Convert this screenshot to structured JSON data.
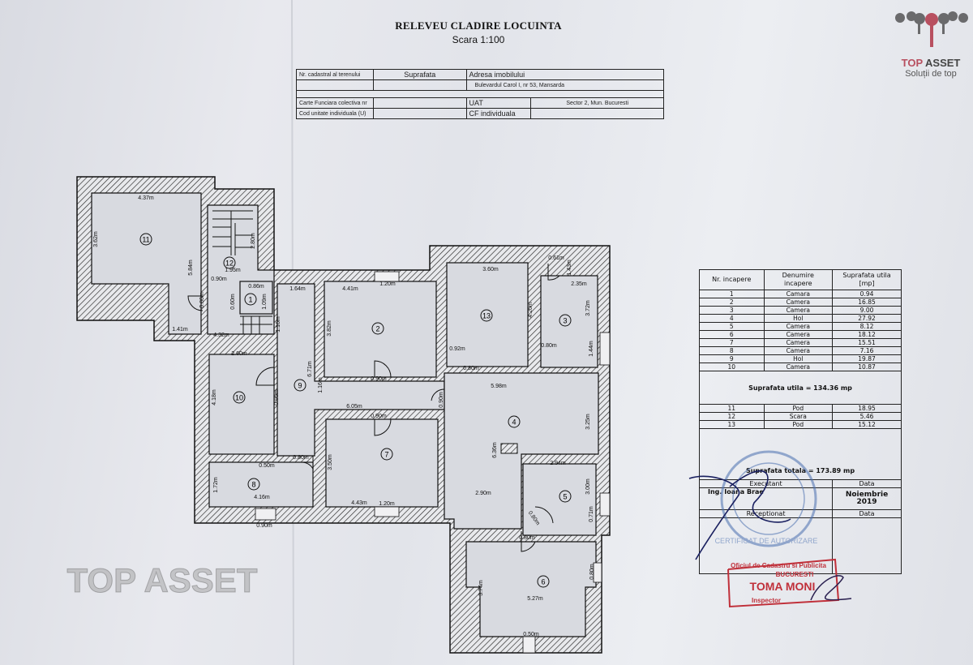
{
  "document": {
    "title": "RELEVEU CLADIRE LOCUINTA",
    "scale": "Scara 1:100"
  },
  "header_table": {
    "cadastral_label": "Nr. cadastral al terenului",
    "surface_label": "Suprafata",
    "address_label": "Adresa imobilului",
    "address_value": "Bulevardul Carol I, nr 53, Mansarda",
    "carte_funciara_label": "Carte Funciara colectiva nr",
    "uat_label": "UAT",
    "uat_value": "Sector 2, Mun. Bucuresti",
    "cod_unitate_label": "Cod unitate individuala (U)",
    "cf_label": "CF individuala"
  },
  "rooms_table": {
    "headers": [
      "Nr. incapere",
      "Denumire incapere",
      "Suprafata utila [mp]"
    ],
    "rows": [
      [
        "1",
        "Camara",
        "0.94"
      ],
      [
        "2",
        "Camera",
        "16.85"
      ],
      [
        "3",
        "Camera",
        "9.00"
      ],
      [
        "4",
        "Hol",
        "27.92"
      ],
      [
        "5",
        "Camera",
        "8.12"
      ],
      [
        "6",
        "Camera",
        "18.12"
      ],
      [
        "7",
        "Camera",
        "15.51"
      ],
      [
        "8",
        "Camera",
        "7.16"
      ],
      [
        "9",
        "Hol",
        "19.87"
      ],
      [
        "10",
        "Camera",
        "10.87"
      ]
    ],
    "useful_total": "Suprafata utila  = 134.36 mp",
    "extra_rows": [
      [
        "11",
        "Pod",
        "18.95"
      ],
      [
        "12",
        "Scara",
        "5.46"
      ],
      [
        "13",
        "Pod",
        "15.12"
      ]
    ],
    "grand_total": "Suprafata totala = 173.89 mp",
    "executant_label": "Executant",
    "date_label": "Data",
    "executant_name": "Ing. Ioana Brae",
    "executant_date": "Noiembrie 2019",
    "receptionat_label": "Receptionat",
    "receptionat_date_label": "Data"
  },
  "stamps": {
    "blue_stamp": "CERTIFICAT DE AUTORIZARE",
    "red_stamp_line1": "Oficiul de Cadastru si Publicita",
    "red_stamp_line2": "BUCURESTI",
    "red_stamp_line3": "TOMA MONI",
    "red_stamp_line4": "Inspector"
  },
  "logo": {
    "brand_a": "TOP",
    "brand_b": " ASSET",
    "tagline": "Soluții de top",
    "accent": "#b85060"
  },
  "watermark": "TOP ASSET",
  "plan": {
    "rooms": [
      "1",
      "2",
      "3",
      "4",
      "5",
      "6",
      "7",
      "8",
      "9",
      "10",
      "11",
      "12",
      "13"
    ],
    "dims": [
      "4.37m",
      "3.62m",
      "5.84m",
      "1.41m",
      "4.32m",
      "1.95m",
      "2.80m",
      "0.90m",
      "0.80m",
      "0.86m",
      "1.09m",
      "0.60m",
      "1.16m",
      "1.64m",
      "6.71m",
      "4.41m",
      "1.20m",
      "3.82m",
      "0.90m",
      "1.16m",
      "6.05m",
      "0.90m",
      "2.60m",
      "4.18m",
      "0.90m",
      "0.90m",
      "0.80m",
      "0.50m",
      "1.72m",
      "4.16m",
      "0.90m",
      "3.50m",
      "4.43m",
      "1.20m",
      "3.60m",
      "4.20m",
      "0.61m",
      "1.43m",
      "2.35m",
      "3.72m",
      "0.92m",
      "0.80m",
      "0.80m",
      "1.44m",
      "5.98m",
      "3.25m",
      "6.36m",
      "2.94m",
      "3.00m",
      "0.71m",
      "2.90m",
      "0.80m",
      "0.80m",
      "3.74m",
      "5.27m",
      "0.80m",
      "0.50m"
    ]
  }
}
